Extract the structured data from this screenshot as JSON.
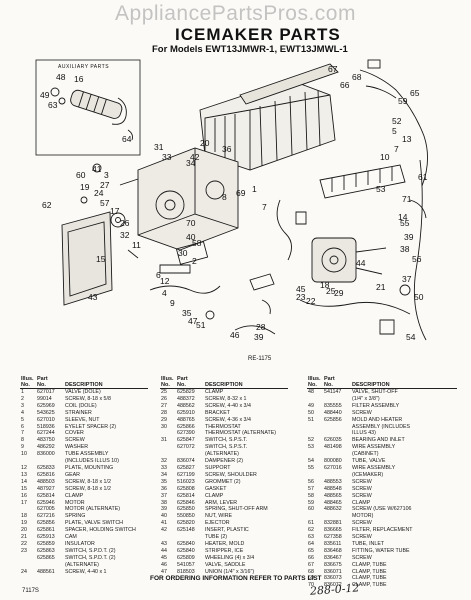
{
  "watermark": "AppliancePartsPros.com",
  "header": {
    "title": "ICEMAKER PARTS",
    "models": "For Models EWT13JMWR-1, EWT13JMWL-1"
  },
  "diagram": {
    "auxiliary_label": "AUXILIARY PARTS",
    "figure_code": "RE-1175",
    "callouts": [
      "48",
      "16",
      "49",
      "63",
      "64",
      "67",
      "68",
      "66",
      "59",
      "65",
      "62",
      "60",
      "19",
      "32",
      "11",
      "20",
      "42",
      "34",
      "41",
      "3",
      "27",
      "24",
      "57",
      "17",
      "31",
      "33",
      "26",
      "53",
      "52",
      "5",
      "36",
      "7",
      "10",
      "1",
      "7",
      "15",
      "13",
      "61",
      "71",
      "14",
      "43",
      "6",
      "12",
      "4",
      "9",
      "30",
      "40",
      "58",
      "2",
      "8",
      "69",
      "70",
      "44",
      "55",
      "39",
      "38",
      "56",
      "37",
      "18",
      "25",
      "45",
      "23",
      "22",
      "21",
      "28",
      "39",
      "35",
      "47",
      "51",
      "46",
      "50",
      "29",
      "54"
    ]
  },
  "columns": {
    "illus": "Illus.",
    "no": "No.",
    "part": "Part",
    "part_no": "No.",
    "description": "DESCRIPTION"
  },
  "table1": [
    {
      "no": "1",
      "part": "627017",
      "desc": "VALVE (DOLE)"
    },
    {
      "no": "2",
      "part": "99014",
      "desc": "SCREW, 8-18 x 5/8"
    },
    {
      "no": "3",
      "part": "625969",
      "desc": "COIL (DOLE)"
    },
    {
      "no": "4",
      "part": "543625",
      "desc": "STRAINER"
    },
    {
      "no": "5",
      "part": "627010",
      "desc": "SLEEVE, NUT"
    },
    {
      "no": "6",
      "part": "518936",
      "desc": "EYELET SPACER (2)"
    },
    {
      "no": "7",
      "part": "627244",
      "desc": "COVER"
    },
    {
      "no": "8",
      "part": "483750",
      "desc": "SCREW"
    },
    {
      "no": "9",
      "part": "486292",
      "desc": "WASHER"
    },
    {
      "no": "10",
      "part": "836000",
      "desc": "TUBE ASSEMBLY"
    },
    {
      "no": "",
      "part": "",
      "desc": "(INCLUDES ILLUS 10)"
    },
    {
      "no": "12",
      "part": "625833",
      "desc": "PLATE, MOUNTING"
    },
    {
      "no": "13",
      "part": "625816",
      "desc": "GEAR"
    },
    {
      "no": "14",
      "part": "488503",
      "desc": "SCREW, 8-18 x 1/2"
    },
    {
      "no": "15",
      "part": "487927",
      "desc": "SCREW, 8-18 x 1/2"
    },
    {
      "no": "16",
      "part": "625814",
      "desc": "CLAMP"
    },
    {
      "no": "17",
      "part": "625946",
      "desc": "MOTOR"
    },
    {
      "no": "",
      "part": "627005",
      "desc": "MOTOR (ALTERNATE)"
    },
    {
      "no": "18",
      "part": "627216",
      "desc": "SPRING"
    },
    {
      "no": "19",
      "part": "625856",
      "desc": "PLATE, VALVE SWITCH"
    },
    {
      "no": "20",
      "part": "625861",
      "desc": "SPACER, HOLDING SWITCH"
    },
    {
      "no": "21",
      "part": "625913",
      "desc": "CAM"
    },
    {
      "no": "22",
      "part": "625859",
      "desc": "INSULATOR"
    },
    {
      "no": "23",
      "part": "625863",
      "desc": "SWITCH, S.P.D.T. (2)"
    },
    {
      "no": "",
      "part": "625865",
      "desc": "SWITCH, S.P.D.T. (2)"
    },
    {
      "no": "",
      "part": "",
      "desc": "(ALTERNATE)"
    },
    {
      "no": "24",
      "part": "488561",
      "desc": "SCREW, 4-40 x 1"
    }
  ],
  "table2": [
    {
      "no": "25",
      "part": "625829",
      "desc": "CLAMP"
    },
    {
      "no": "26",
      "part": "488372",
      "desc": "SCREW, 8-32 x 1"
    },
    {
      "no": "27",
      "part": "488562",
      "desc": "SCREW, 4-40 x 3/4"
    },
    {
      "no": "28",
      "part": "625910",
      "desc": "BRACKET"
    },
    {
      "no": "29",
      "part": "488765",
      "desc": "SCREW, 4-36 x 3/4"
    },
    {
      "no": "30",
      "part": "625866",
      "desc": "THERMOSTAT"
    },
    {
      "no": "",
      "part": "627390",
      "desc": "THERMOSTAT (ALTERNATE)"
    },
    {
      "no": "31",
      "part": "625847",
      "desc": "SWITCH, S.P.S.T."
    },
    {
      "no": "",
      "part": "627072",
      "desc": "SWITCH, S.P.S.T."
    },
    {
      "no": "",
      "part": "",
      "desc": "(ALTERNATE)"
    },
    {
      "no": "32",
      "part": "836074",
      "desc": "DAMPENER (2)"
    },
    {
      "no": "33",
      "part": "625827",
      "desc": "SUPPORT"
    },
    {
      "no": "34",
      "part": "627199",
      "desc": "SCREW, SHOULDER"
    },
    {
      "no": "35",
      "part": "516023",
      "desc": "GROMMET (2)"
    },
    {
      "no": "36",
      "part": "625808",
      "desc": "GASKET"
    },
    {
      "no": "37",
      "part": "625814",
      "desc": "CLAMP"
    },
    {
      "no": "38",
      "part": "625846",
      "desc": "ARM, LEVER"
    },
    {
      "no": "39",
      "part": "625850",
      "desc": "SPRING, SHUT-OFF ARM"
    },
    {
      "no": "40",
      "part": "550850",
      "desc": "NUT, WIRE"
    },
    {
      "no": "41",
      "part": "625820",
      "desc": "EJECTOR"
    },
    {
      "no": "42",
      "part": "625148",
      "desc": "INSERT, PLASTIC"
    },
    {
      "no": "",
      "part": "",
      "desc": "TUBE (2)"
    },
    {
      "no": "43",
      "part": "625840",
      "desc": "HEATER, MOLD"
    },
    {
      "no": "44",
      "part": "625840",
      "desc": "STRIPPER, ICE"
    },
    {
      "no": "45",
      "part": "625809",
      "desc": "WHEELING (4) x 3/4"
    },
    {
      "no": "46",
      "part": "541057",
      "desc": "VALVE, SADDLE"
    },
    {
      "no": "47",
      "part": "818503",
      "desc": "UNION (1/4\" x 3/16\")"
    }
  ],
  "table3": [
    {
      "no": "48",
      "part": "541147",
      "desc": "VALVE, SHUT-OFF"
    },
    {
      "no": "",
      "part": "",
      "desc": "(1/4\" x 3/8\")"
    },
    {
      "no": "49",
      "part": "835555",
      "desc": "FILTER ASSEMBLY"
    },
    {
      "no": "50",
      "part": "488440",
      "desc": "SCREW"
    },
    {
      "no": "51",
      "part": "625856",
      "desc": "MOLD AND HEATER"
    },
    {
      "no": "",
      "part": "",
      "desc": "ASSEMBLY (INCLUDES"
    },
    {
      "no": "",
      "part": "",
      "desc": "ILLUS 43)"
    },
    {
      "no": "52",
      "part": "626035",
      "desc": "BEARING AND INLET"
    },
    {
      "no": "53",
      "part": "481498",
      "desc": "WIRE ASSEMBLY"
    },
    {
      "no": "",
      "part": "",
      "desc": "(CABINET)"
    },
    {
      "no": "54",
      "part": "800080",
      "desc": "TUBE, VALVE"
    },
    {
      "no": "55",
      "part": "627016",
      "desc": "WIRE ASSEMBLY"
    },
    {
      "no": "",
      "part": "",
      "desc": "(ICEMAKER)"
    },
    {
      "no": "56",
      "part": "488553",
      "desc": "SCREW"
    },
    {
      "no": "57",
      "part": "488548",
      "desc": "SCREW"
    },
    {
      "no": "58",
      "part": "488565",
      "desc": "SCREW"
    },
    {
      "no": "59",
      "part": "488465",
      "desc": "CLAMP"
    },
    {
      "no": "60",
      "part": "488632",
      "desc": "SCREW (USE W/627106"
    },
    {
      "no": "",
      "part": "",
      "desc": "MOTOR)"
    },
    {
      "no": "61",
      "part": "832881",
      "desc": "SCREW"
    },
    {
      "no": "62",
      "part": "836665",
      "desc": "FILTER, REPLACEMENT"
    },
    {
      "no": "63",
      "part": "627358",
      "desc": "SCREW"
    },
    {
      "no": "64",
      "part": "835611",
      "desc": "TUBE, INLET"
    },
    {
      "no": "65",
      "part": "836468",
      "desc": "FITTING, WATER TUBE"
    },
    {
      "no": "66",
      "part": "836467",
      "desc": "SCREW"
    },
    {
      "no": "67",
      "part": "836675",
      "desc": "CLAMP, TUBE"
    },
    {
      "no": "68",
      "part": "836071",
      "desc": "CLAMP, TUBE"
    },
    {
      "no": "69",
      "part": "836073",
      "desc": "CLAMP, TUBE"
    },
    {
      "no": "70",
      "part": "836072",
      "desc": "CLAMP, TUBE"
    }
  ],
  "footer": {
    "ordering_note": "FOR ORDERING INFORMATION REFER TO PARTS LIST",
    "left_code": "7117S",
    "handwritten": "288-0-12"
  }
}
